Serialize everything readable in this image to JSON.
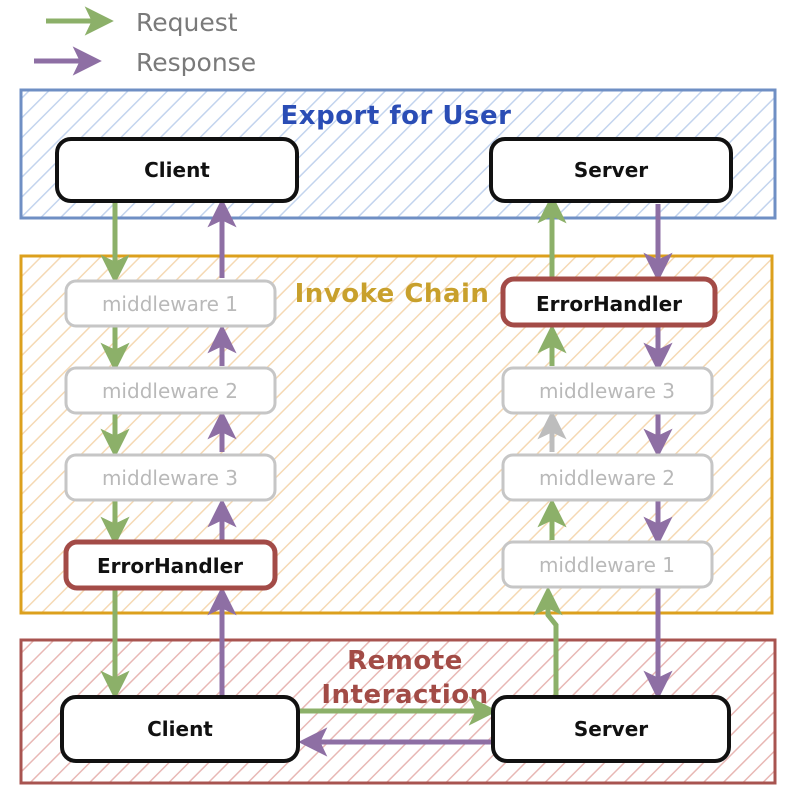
{
  "legend": {
    "items": [
      {
        "label": "Request",
        "color": "#8cb069",
        "icon": "arrow-right-icon"
      },
      {
        "label": "Response",
        "color": "#8e6fa4",
        "icon": "arrow-right-icon"
      }
    ]
  },
  "sections": [
    {
      "id": "export-for-user",
      "title": "Export for User",
      "border_color": "#6f8fc4",
      "title_color": "#2a4db5",
      "hatch_color": "#c3d4ee",
      "nodes": [
        {
          "id": "client-top",
          "label": "Client",
          "style": "solid"
        },
        {
          "id": "server-top",
          "label": "Server",
          "style": "solid"
        }
      ]
    },
    {
      "id": "invoke-chain",
      "title": "Invoke Chain",
      "border_color": "#dca01d",
      "title_color": "#c8a02c",
      "hatch_color": "#f5d9b4",
      "left_nodes": [
        {
          "id": "mw-l-1",
          "label": "middleware 1",
          "style": "muted"
        },
        {
          "id": "mw-l-2",
          "label": "middleware 2",
          "style": "muted"
        },
        {
          "id": "mw-l-3",
          "label": "middleware 3",
          "style": "muted"
        },
        {
          "id": "eh-l",
          "label": "ErrorHandler",
          "style": "error"
        }
      ],
      "right_nodes": [
        {
          "id": "eh-r",
          "label": "ErrorHandler",
          "style": "error"
        },
        {
          "id": "mw-r-3",
          "label": "middleware 3",
          "style": "muted"
        },
        {
          "id": "mw-r-2",
          "label": "middleware 2",
          "style": "muted"
        },
        {
          "id": "mw-r-1",
          "label": "middleware 1",
          "style": "muted"
        }
      ]
    },
    {
      "id": "remote-interaction",
      "title_line1": "Remote",
      "title_line2": "Interaction",
      "border_color": "#a85450",
      "title_color": "#a24b46",
      "hatch_color": "#e8b8b5",
      "nodes": [
        {
          "id": "client-bottom",
          "label": "Client",
          "style": "solid"
        },
        {
          "id": "server-bottom",
          "label": "Server",
          "style": "solid"
        }
      ]
    }
  ],
  "colors": {
    "request": "#8cb069",
    "response": "#8e6fa4",
    "muted_arrow": "#bdbdbd",
    "node_border": "#111111",
    "muted_border": "#c6c6c6",
    "error_border": "#a34b47",
    "muted_text": "#b9b9b9",
    "legend_text": "#7a7a7a"
  }
}
